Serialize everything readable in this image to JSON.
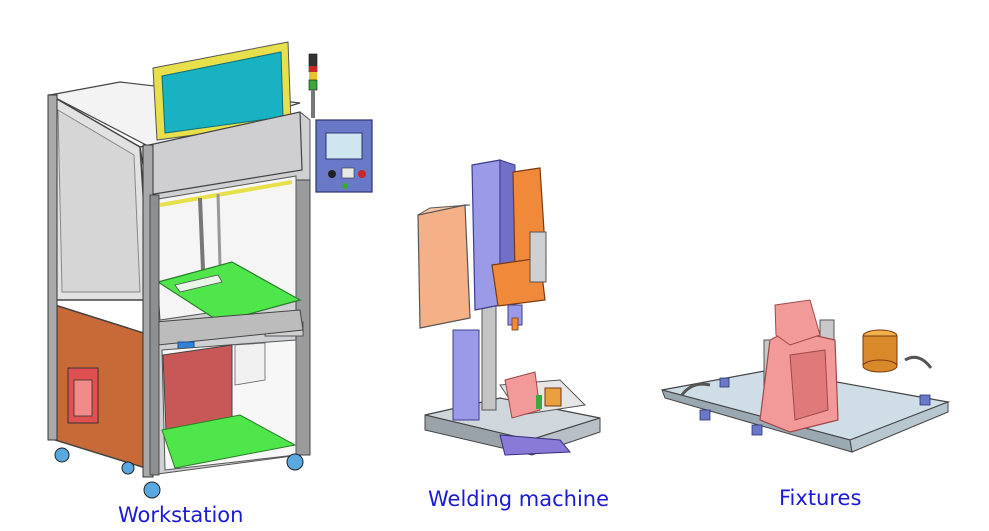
{
  "captions": {
    "workstation": "Workstation",
    "welding_machine": "Welding machine",
    "fixtures": "Fixtures"
  },
  "colors": {
    "caption": "#1a1ad6",
    "frame": "#d9dadb",
    "frame_dark": "#5a5a5a",
    "glass": "#dcdcdc",
    "copper": "#c86a38",
    "green": "#4ee64a",
    "teal": "#18b2c2",
    "yellow": "#e8e04a",
    "panel": "#6a78c8",
    "violet": "#9a9ae8",
    "orange": "#f08a3a",
    "peach": "#f5b088",
    "pink": "#f29a9a",
    "base": "#cfdde6",
    "gold": "#d88a2a"
  },
  "icons": [
    "signal-tower-icon",
    "control-panel-icon",
    "welding-horn-icon",
    "fixture-part-icon"
  ]
}
